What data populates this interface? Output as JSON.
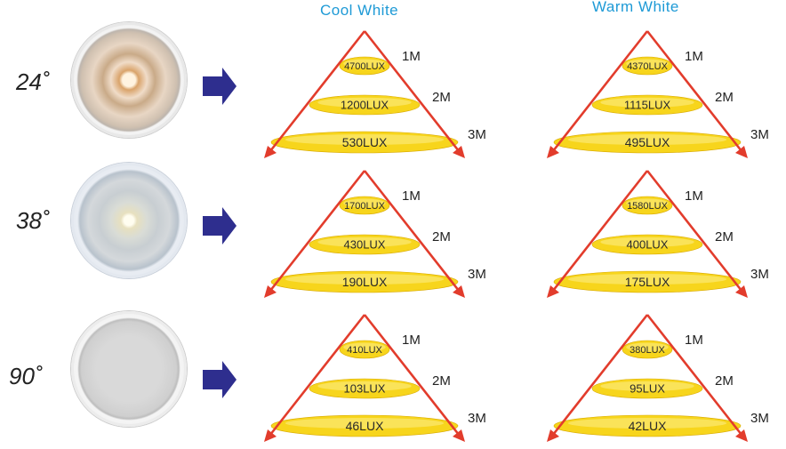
{
  "headers": {
    "cool": "Cool White",
    "warm": "Warm White"
  },
  "rows": [
    {
      "angle": "24˚",
      "cool": [
        "4700LUX",
        "1200LUX",
        "530LUX"
      ],
      "warm": [
        "4370LUX",
        "1115LUX",
        "495LUX"
      ]
    },
    {
      "angle": "38˚",
      "cool": [
        "1700LUX",
        "430LUX",
        "190LUX"
      ],
      "warm": [
        "1580LUX",
        "400LUX",
        "175LUX"
      ]
    },
    {
      "angle": "90˚",
      "cool": [
        "410LUX",
        "103LUX",
        "46LUX"
      ],
      "warm": [
        "380LUX",
        "95LUX",
        "42LUX"
      ]
    }
  ],
  "distances": [
    "1M",
    "2M",
    "3M"
  ],
  "colors": {
    "header": "#1e9ad6",
    "triangle": "#e23c2c",
    "ellipse_fill": "#f7d51c",
    "arrow": "#2e2e8e"
  },
  "icons": {
    "arrow": "right-arrow-icon",
    "lamp": "downlight-lamp-image"
  }
}
